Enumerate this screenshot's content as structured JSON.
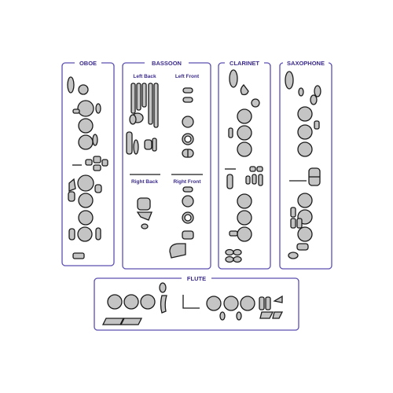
{
  "colors": {
    "panel_border": "#5a4fb0",
    "title_text": "#3b2a8c",
    "key_fill": "#c4c4c4",
    "key_stroke": "#1a1a1a",
    "background": "#ffffff"
  },
  "panels": {
    "oboe": {
      "title": "OBOE"
    },
    "bassoon": {
      "title": "BASSOON",
      "left_back": "Left Back",
      "left_front": "Left Front",
      "right_back": "Right Back",
      "right_front": "Right Front"
    },
    "clarinet": {
      "title": "CLARINET"
    },
    "saxophone": {
      "title": "SAXOPHONE"
    },
    "flute": {
      "title": "FLUTE"
    }
  }
}
